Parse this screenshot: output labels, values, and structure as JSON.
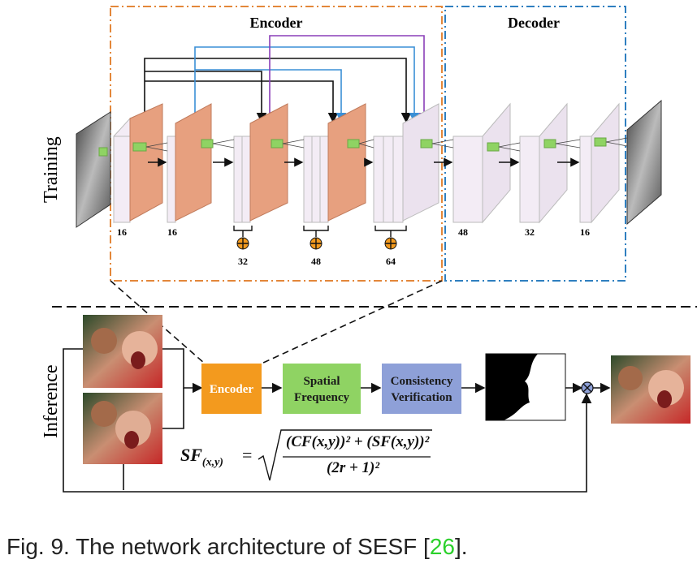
{
  "labels": {
    "training": "Training",
    "inference": "Inference",
    "encoder_title": "Encoder",
    "decoder_title": "Decoder"
  },
  "encoder_channels": [
    "16",
    "16",
    "32",
    "48",
    "64"
  ],
  "decoder_channels": [
    "48",
    "32",
    "16"
  ],
  "encoder_upper_channels": [
    "16",
    "16"
  ],
  "blocks": {
    "encoder": "Encoder",
    "spatial_frequency": "Spatial Frequency",
    "spatial_frequency_line1": "Spatial",
    "spatial_frequency_line2": "Frequency",
    "consistency_verification_line1": "Consistency",
    "consistency_verification_line2": "Verification"
  },
  "formula": {
    "lhs": "SF",
    "lhs_sub": "(x,y)",
    "equals": "=",
    "numerator": "(CF(x,y))² + (SF(x,y))²",
    "denominator": "(2r + 1)²"
  },
  "caption": {
    "text": "Fig. 9. The network architecture of SESF [",
    "ref": "26",
    "end": "]."
  },
  "colors": {
    "encoder_frame": "#e3873a",
    "decoder_frame": "#2f7fc0",
    "encoder_block": "#f39a1e",
    "spatial_block": "#8fd363",
    "consistency_block": "#8ea0d8",
    "feature_map": "#e7a07f",
    "feature_light": "#f3ecf5",
    "skip_black": "#111111",
    "skip_blue": "#3a8fd6",
    "skip_purple": "#8a3fb8"
  }
}
